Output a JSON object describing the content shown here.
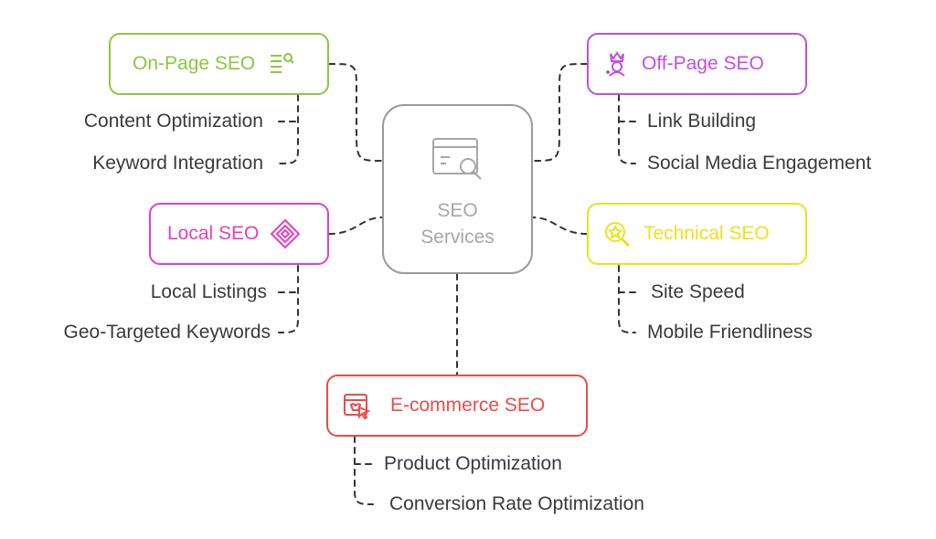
{
  "center": {
    "line1": "SEO",
    "line2": "Services",
    "icon": "browser-search-icon"
  },
  "branches": {
    "on_page": {
      "title": "On-Page SEO",
      "color": "#8cc63f",
      "icon": "list-search-icon",
      "items": [
        "Content Optimization",
        "Keyword Integration"
      ]
    },
    "off_page": {
      "title": "Off-Page SEO",
      "color": "#c04fe0",
      "icon": "crown-person-icon",
      "items": [
        "Link Building",
        "Social Media Engagement"
      ]
    },
    "local": {
      "title": "Local SEO",
      "color": "#e53fbf",
      "icon": "diamond-layers-icon",
      "items": [
        "Local Listings",
        "Geo-Targeted Keywords"
      ]
    },
    "technical": {
      "title": "Technical SEO",
      "color": "#f0e020",
      "icon": "star-magnifier-icon",
      "items": [
        "Site Speed",
        "Mobile Friendliness"
      ]
    },
    "ecommerce": {
      "title": "E-commerce SEO",
      "color": "#e84c4c",
      "icon": "shop-cursor-icon",
      "items": [
        "Product Optimization",
        "Conversion Rate Optimization"
      ]
    }
  }
}
